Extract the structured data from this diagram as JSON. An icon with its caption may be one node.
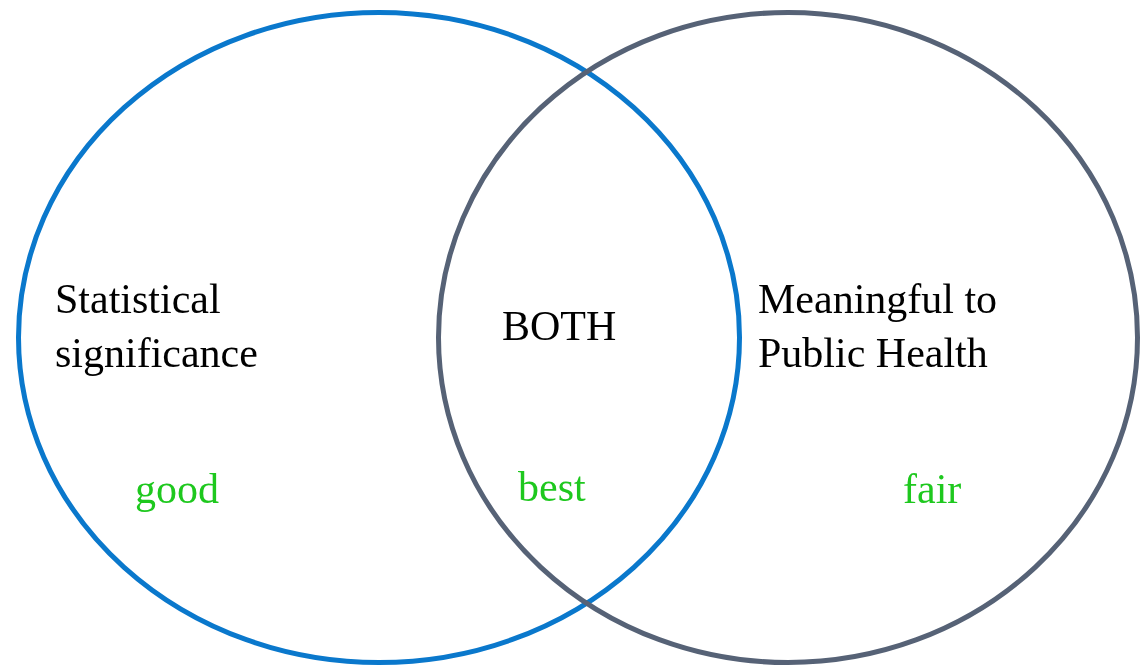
{
  "diagram": {
    "nodes": [
      {
        "text": [
          "Statistical significance",
          "good"
        ]
      },
      {
        "text": [
          "Meaningful to Public Health",
          "fair"
        ]
      }
    ],
    "labels": [
      "BOTH",
      "best"
    ]
  }
}
